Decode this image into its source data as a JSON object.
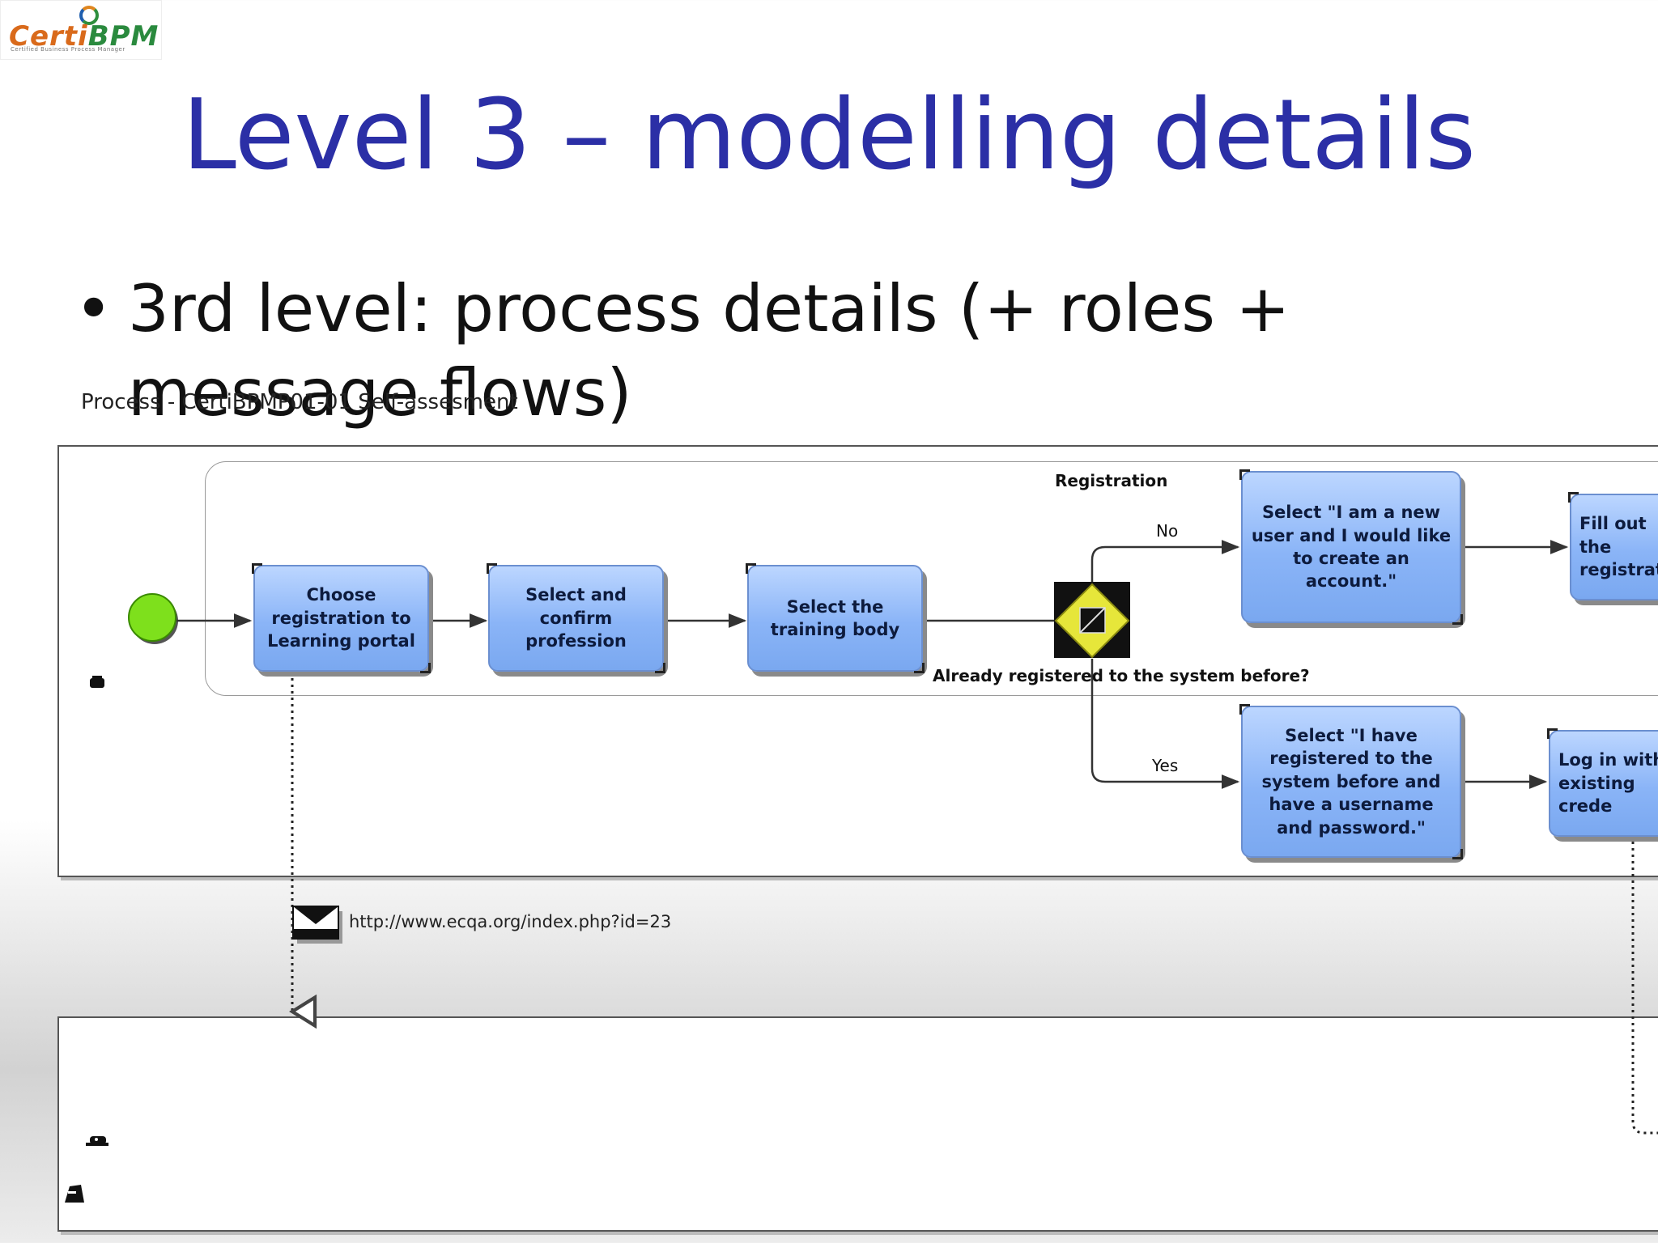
{
  "logo": {
    "brand_prefix": "Certi",
    "brand_suffix": "BPM",
    "tagline": "Certified Business Process Manager"
  },
  "slide": {
    "title": "Level 3 – modelling details",
    "bullet": "3rd level: process details (+ roles + message flows)"
  },
  "diagram": {
    "process_label": "Process - CertiBPMP01-01 Self-assesment",
    "lane_label": "Registration",
    "gateway_question": "Already registered to the system before?",
    "branch_no": "No",
    "branch_yes": "Yes",
    "message_url": "http://www.ecqa.org/index.php?id=23",
    "tasks": {
      "choose_portal": "Choose registration to Learning portal",
      "confirm_profession": "Select and confirm profession",
      "training_body": "Select the training body",
      "new_user": "Select \"I am a new user and I would like to create an account.\"",
      "registered_user": "Select \"I have registered to the system before and have a username and password.\"",
      "fill_form": "Fill out the registrati",
      "log_in": "Log in with existing crede"
    },
    "colors": {
      "start_event": "#7ee01c",
      "task_fill": "#8ab4f7",
      "gateway": "#e6e63a",
      "title": "#2b2fa6"
    }
  }
}
